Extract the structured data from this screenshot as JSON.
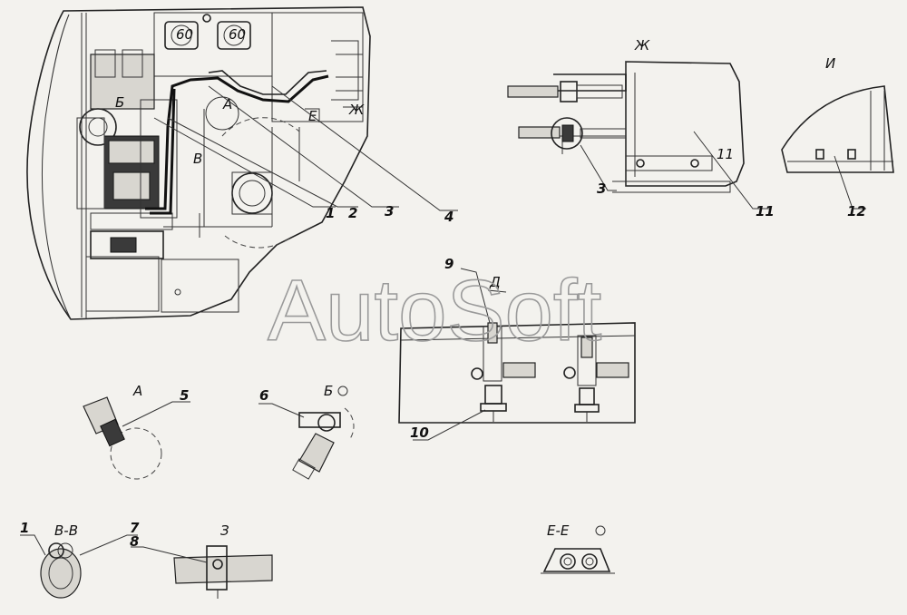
{
  "watermark": "AutoSoft",
  "callouts": {
    "c1": "1",
    "c2": "2",
    "c3": "3",
    "c4": "4",
    "c5": "5",
    "c6": "6",
    "c7": "7",
    "c8": "8",
    "c9": "9",
    "c10": "10",
    "c11": "11",
    "c12": "12",
    "c3_zh": "3",
    "c1_vv": "1"
  },
  "views": {
    "A": "А",
    "B": "Б",
    "V_V": "В-В",
    "Z": "З",
    "D": "Д",
    "ZH": "Ж",
    "I": "И",
    "E_E": "Е-Е"
  },
  "main_marks": {
    "A": "А",
    "B": "Б",
    "V": "В",
    "E": "Е",
    "ZH": "Ж",
    "gauge1": "60",
    "gauge2": "60",
    "mark11": "11"
  }
}
